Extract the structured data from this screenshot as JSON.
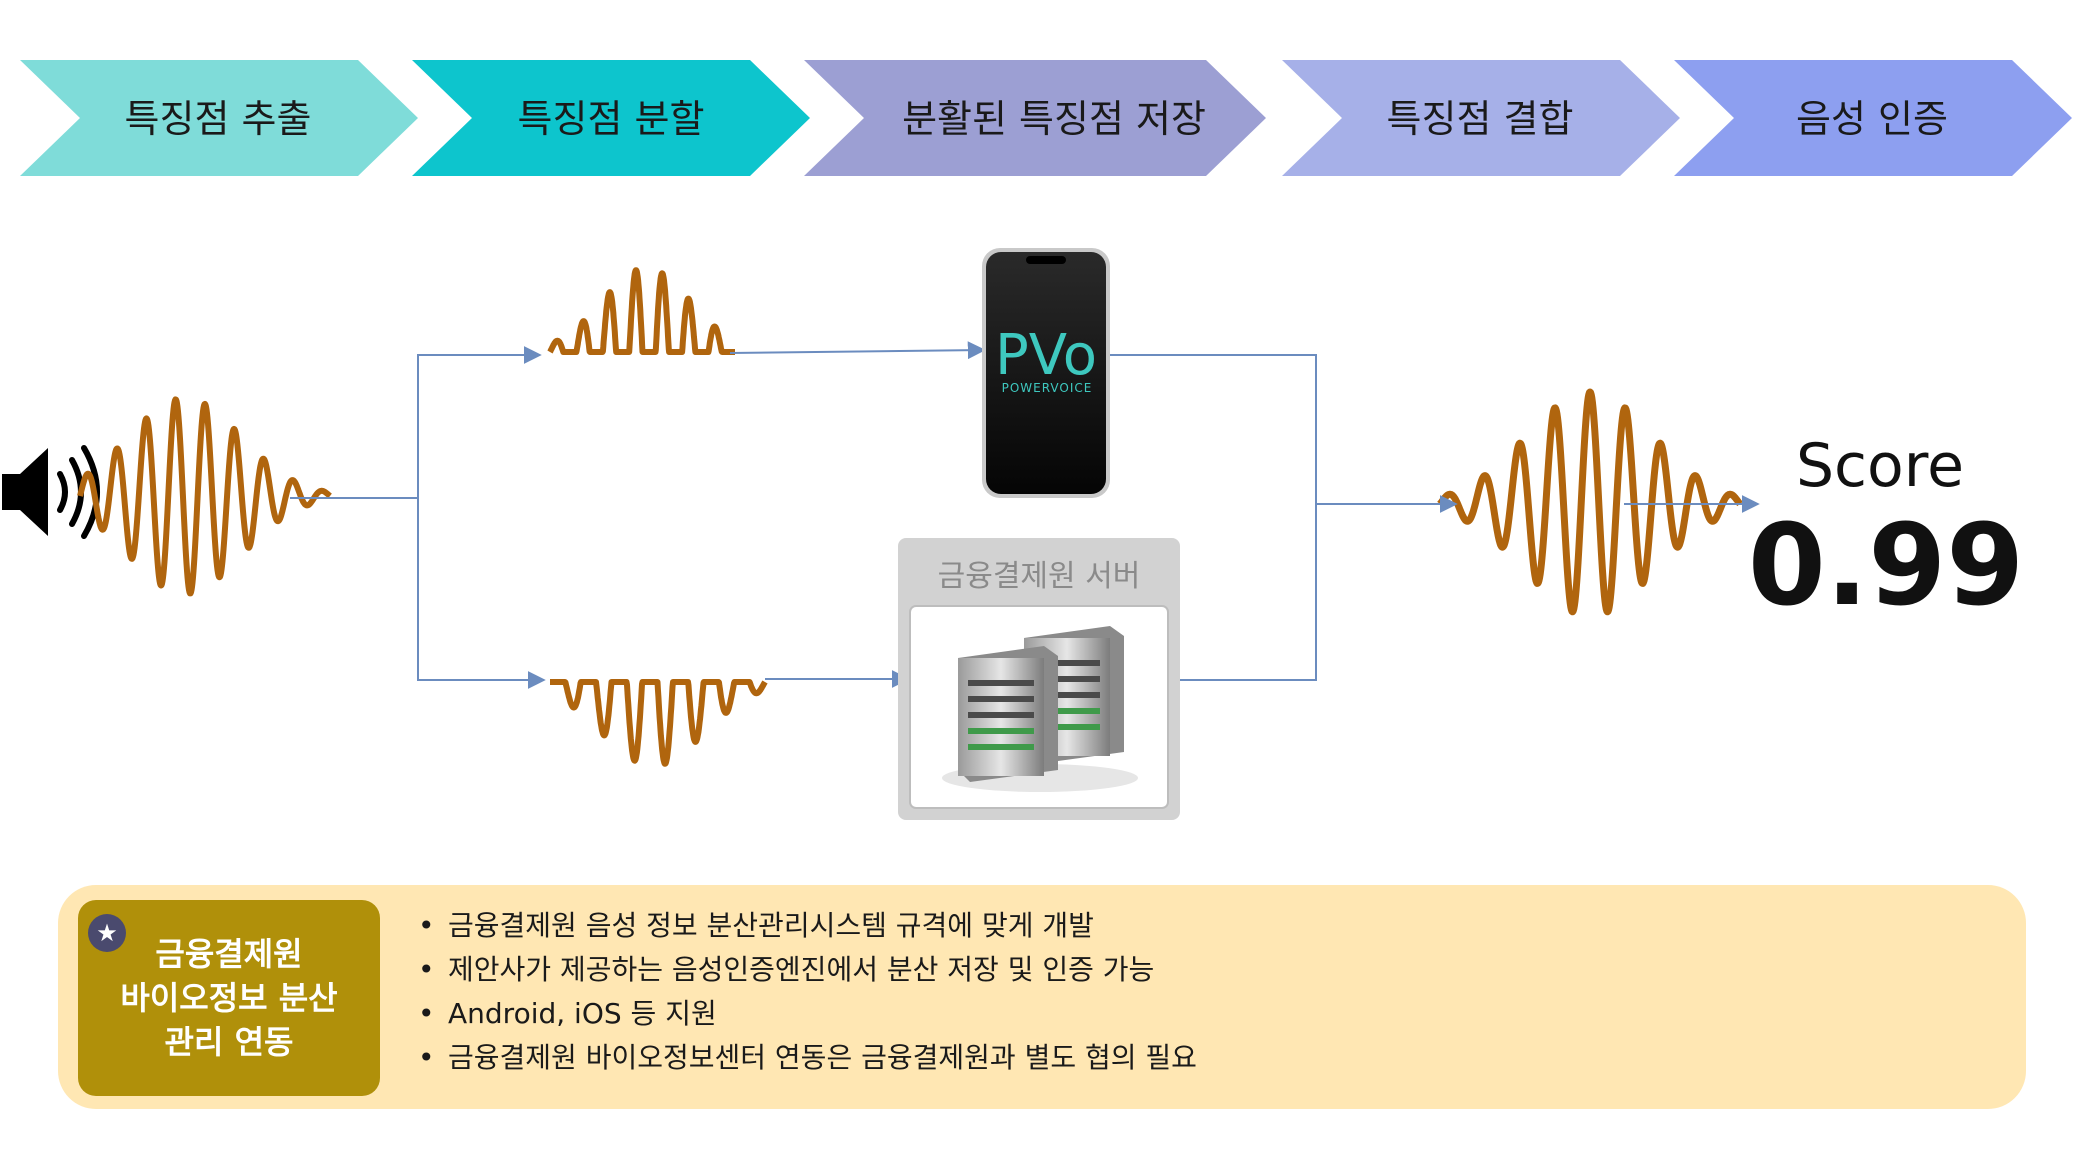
{
  "steps": [
    {
      "label": "특징점 추출",
      "color": "#7fdcd9"
    },
    {
      "label": "특징점 분할",
      "color": "#0dc5cd"
    },
    {
      "label": "분활된 특징점 저장",
      "color": "#9c9fd3"
    },
    {
      "label": "특징점 결합",
      "color": "#a6b0e8"
    },
    {
      "label": "음성 인증",
      "color": "#8d9ff0"
    }
  ],
  "phone": {
    "logo": "PVo",
    "app_name": "POWERVOICE"
  },
  "server": {
    "label": "금융결제원 서버"
  },
  "score": {
    "label": "Score",
    "value": "0.99"
  },
  "colors": {
    "wave": "#b0650e",
    "connector": "#6b8cbf",
    "panel": "#ffe7b3",
    "badge": "#b0900a"
  },
  "info": {
    "badge_lines": [
      "금융결제원",
      "바이오정보 분산",
      "관리 연동"
    ],
    "bullets": [
      "금융결제원 음성 정보 분산관리시스템 규격에 맞게 개발",
      "제안사가 제공하는 음성인증엔진에서 분산 저장 및 인증 가능",
      "Android, iOS 등 지원",
      "금융결제원 바이오정보센터 연동은 금융결제원과 별도 협의 필요"
    ]
  }
}
